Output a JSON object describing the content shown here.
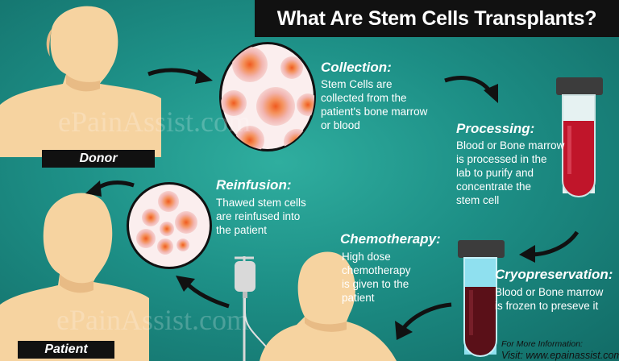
{
  "title": "What Are Stem Cells Transplants?",
  "labels": {
    "donor": "Donor",
    "patient": "Patient"
  },
  "steps": {
    "collection": {
      "heading": "Collection:",
      "body": [
        "Stem Cells are",
        "collected from the",
        "patient's bone marrow",
        "or blood"
      ]
    },
    "processing": {
      "heading": "Processing:",
      "body": [
        "Blood or Bone marrow",
        "is processed in the",
        "lab to purify and",
        "concentrate the",
        "stem cell"
      ]
    },
    "reinfusion": {
      "heading": "Reinfusion:",
      "body": [
        "Thawed stem cells",
        "are reinfused into",
        "the patient"
      ]
    },
    "chemotherapy": {
      "heading": "Chemotherapy:",
      "body": [
        "High dose",
        "chemotherapy",
        "is given to the",
        "patient"
      ]
    },
    "cryopreservation": {
      "heading": "Cryopreservation:",
      "body": [
        "Blood or Bone marrow",
        "is frozen to preseve it"
      ]
    }
  },
  "watermarks": [
    "ePainAssist.com",
    "ePainAssist.com"
  ],
  "footer": {
    "more_info": "For More Information:",
    "visit": "Visit: www.epainassist.com"
  },
  "colors": {
    "background": "#1d8f86",
    "skin": "#f6d3a0",
    "title_bar": "#111111",
    "blood_red": "#c0152a",
    "dark_blood": "#5a1018",
    "cell_orange": "#f07a3a"
  }
}
